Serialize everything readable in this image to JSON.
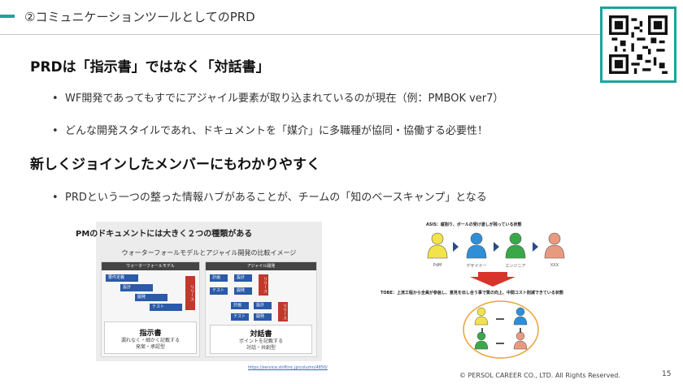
{
  "header": {
    "title": "②コミュニケーションツールとしてのPRD"
  },
  "section1": {
    "heading": "PRDは「指示書」ではなく「対話書」",
    "bullets": [
      "WF開発であってもすでにアジャイル要素が取り込まれているのが現在（例：PMBOK ver7）",
      "どんな開発スタイルであれ、ドキュメントを「媒介」に多職種が協同・協働する必要性！"
    ]
  },
  "section2": {
    "heading": "新しくジョインしたメンバーにもわかりやすく",
    "bullets": [
      "PRDという一つの整った情報ハブがあることが、チームの「知のベースキャンプ」となる"
    ]
  },
  "left_diagram": {
    "title": "PMのドキュメントには大きく２つの種類がある",
    "banner": "ウォーターフォールモデルとアジャイル開発の比較イメージ",
    "waterfall": {
      "header": "ウォーターフォールモデル",
      "steps": [
        "要件定義",
        "設計",
        "開発",
        "テスト"
      ],
      "release": "リリース",
      "caption_title": "指示書",
      "caption_lines": [
        "漏れなく・細かく記載する",
        "発案・承認型"
      ]
    },
    "agile": {
      "header": "アジャイル開発",
      "cycle1": [
        "計画",
        "設計",
        "テスト",
        "開発"
      ],
      "cycle2": [
        "計画",
        "設計",
        "テスト",
        "開発"
      ],
      "release": "リリース",
      "caption_title": "対話書",
      "caption_lines": [
        "ポイントを記載する",
        "対話・共創型"
      ]
    },
    "source": "https://service.shiftinc.jp/column/4850/"
  },
  "right_diagram": {
    "asis_label": "ASIS：縦割り、ボールの受け渡しが残っている状態",
    "roles": [
      "PdM",
      "デザイナー",
      "エンジニア",
      "XXX"
    ],
    "tobe_label": "TOBE：上流工程から全員が参画し、意見を出し合う事で質の向上、中間コスト削減できている状態",
    "colors": {
      "pdm": "#f2e34a",
      "designer": "#2e8fd6",
      "engineer": "#3aa848",
      "xxx": "#e89a80",
      "arrow": "#d9342b",
      "oval": "#e8a33a"
    }
  },
  "footer": {
    "copyright": "© PERSOL CAREER CO., LTD. All Rights Reserved.",
    "page": "15"
  },
  "colors": {
    "accent": "#1aa59a"
  }
}
